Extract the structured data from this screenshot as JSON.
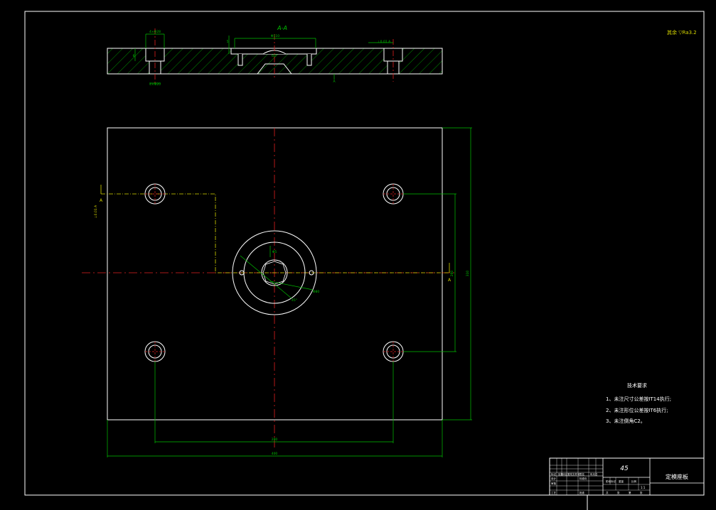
{
  "section": {
    "label": "A-A",
    "dims": {
      "bore_left": "4×Φ28",
      "bore_center": "Φ110",
      "cone": "60°",
      "top_right": "⊥0.01 A",
      "bottom_left": "4×Φ20",
      "datum": "A",
      "depth_left": "6",
      "depth_center": "5"
    }
  },
  "surface_finish": "其余 ▽Ra3.2",
  "plan": {
    "section_mark_left": "A",
    "section_mark_right": "A",
    "flatness_tol": "⊥0.01 A",
    "dims": {
      "hub_dia": "Φ5",
      "hub_angle": "45°",
      "ring_dia": "Φ80",
      "outer_height": "310",
      "inner_width": "280",
      "overall_width": "400",
      "hole_span": "260"
    }
  },
  "tech_requirements": {
    "title": "技术要求",
    "items": [
      "1、未注尺寸公差按IT14执行;",
      "2、未注形位公差按IT6执行;",
      "3、未注倒角C2。"
    ]
  },
  "title_block": {
    "material": "45",
    "part_name": "定模座板",
    "ratio": "1:1",
    "rows": [
      "标记",
      "处数",
      "分区",
      "更改文件号",
      "签名",
      "年月日"
    ],
    "labels": [
      "设计",
      "标准化",
      "审核",
      "工艺",
      "批准"
    ],
    "stage": [
      "阶段标记",
      "重量",
      "比例"
    ],
    "sheet": [
      "共",
      "张",
      "第",
      "张"
    ]
  }
}
